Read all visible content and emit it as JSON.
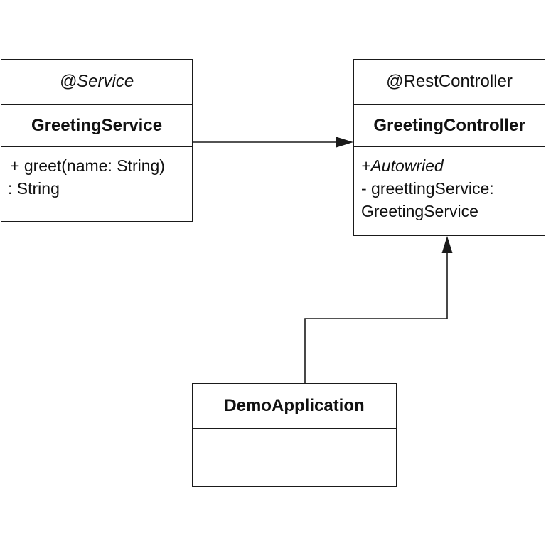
{
  "classes": {
    "greeting_service": {
      "stereotype": "@Service",
      "name": "GreetingService",
      "members": [
        "+ greet(name: String)",
        ": String"
      ]
    },
    "greeting_controller": {
      "stereotype": "@RestController",
      "name": "GreetingController",
      "members": [
        "+Autowried",
        "- greettingService:",
        "GreetingService"
      ]
    },
    "demo_application": {
      "name": "DemoApplication"
    }
  },
  "relationships": [
    {
      "from": "GreetingService",
      "to": "GreetingController",
      "style": "solid-line-filled-arrow"
    },
    {
      "from": "DemoApplication",
      "to": "GreetingController",
      "style": "solid-line-filled-arrow"
    }
  ],
  "colors": {
    "line": "#1a1a1a",
    "background": "#ffffff",
    "text": "#111111"
  }
}
